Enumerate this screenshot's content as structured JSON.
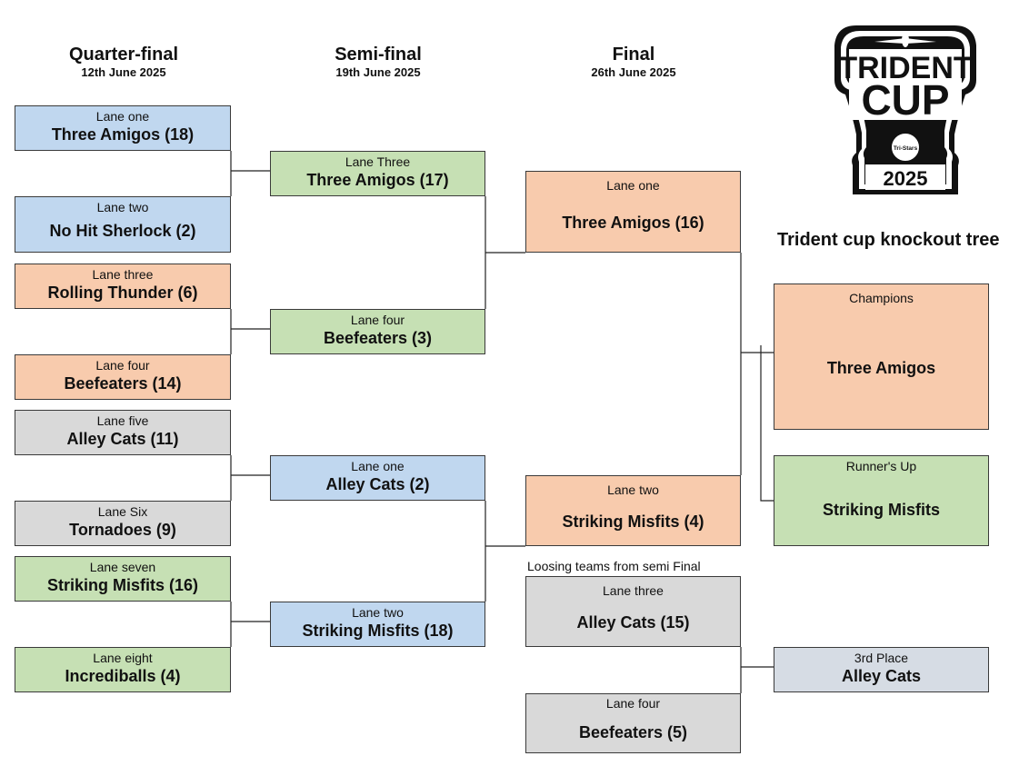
{
  "rounds": [
    {
      "title": "Quarter-final",
      "date": "12th June 2025"
    },
    {
      "title": "Semi-final",
      "date": "19th June 2025"
    },
    {
      "title": "Final",
      "date": "26th June 2025"
    }
  ],
  "logo": {
    "line1": "TRIDENT",
    "line2": "CUP",
    "badge": "Tri-Stars",
    "year": "2025"
  },
  "tree_title": "Trident cup knockout tree",
  "quarterfinal": [
    {
      "lane": "Lane one",
      "team": "Three Amigos (18)",
      "color": "#c0d7ef"
    },
    {
      "lane": "Lane two",
      "team": "No Hit Sherlock (2)",
      "color": "#c0d7ef"
    },
    {
      "lane": "Lane three",
      "team": "Rolling Thunder (6)",
      "color": "#f8cbad"
    },
    {
      "lane": "Lane four",
      "team": "Beefeaters (14)",
      "color": "#f8cbad"
    },
    {
      "lane": "Lane five",
      "team": "Alley Cats (11)",
      "color": "#d9d9d9"
    },
    {
      "lane": "Lane Six",
      "team": "Tornadoes (9)",
      "color": "#d9d9d9"
    },
    {
      "lane": "Lane seven",
      "team": "Striking Misfits (16)",
      "color": "#c6e0b4"
    },
    {
      "lane": "Lane eight",
      "team": "Incrediballs (4)",
      "color": "#c6e0b4"
    }
  ],
  "semifinal": [
    {
      "lane": "Lane Three",
      "team": "Three Amigos (17)",
      "color": "#c6e0b4"
    },
    {
      "lane": "Lane four",
      "team": "Beefeaters (3)",
      "color": "#c6e0b4"
    },
    {
      "lane": "Lane one",
      "team": "Alley Cats (2)",
      "color": "#c0d7ef"
    },
    {
      "lane": "Lane two",
      "team": "Striking Misfits (18)",
      "color": "#c0d7ef"
    }
  ],
  "final": [
    {
      "lane": "Lane one",
      "team": "Three Amigos (16)",
      "color": "#f8cbad"
    },
    {
      "lane": "Lane two",
      "team": "Striking Misfits (4)",
      "color": "#f8cbad"
    }
  ],
  "losers_note": "Loosing teams from semi Final",
  "third_place_playoff": [
    {
      "lane": "Lane three",
      "team": "Alley Cats (15)",
      "color": "#d9d9d9"
    },
    {
      "lane": "Lane four",
      "team": "Beefeaters (5)",
      "color": "#d9d9d9"
    }
  ],
  "results": {
    "champions": {
      "label": "Champions",
      "team": "Three Amigos",
      "color": "#f8cbad"
    },
    "runners_up": {
      "label": "Runner's Up",
      "team": "Striking Misfits",
      "color": "#c6e0b4"
    },
    "third": {
      "label": "3rd Place",
      "team": "Alley Cats",
      "color": "#d6dce4"
    }
  }
}
